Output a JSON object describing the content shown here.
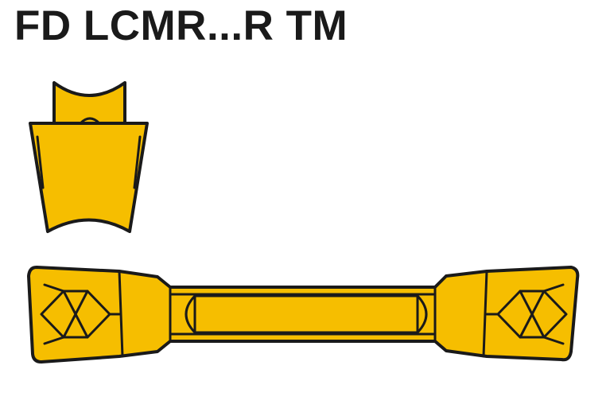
{
  "title": "FD LCMR...R TM",
  "colors": {
    "insert_fill": "#F6BE00",
    "outline": "#1a1a1a",
    "background": "#ffffff"
  },
  "views": [
    "end-view",
    "top-view"
  ]
}
